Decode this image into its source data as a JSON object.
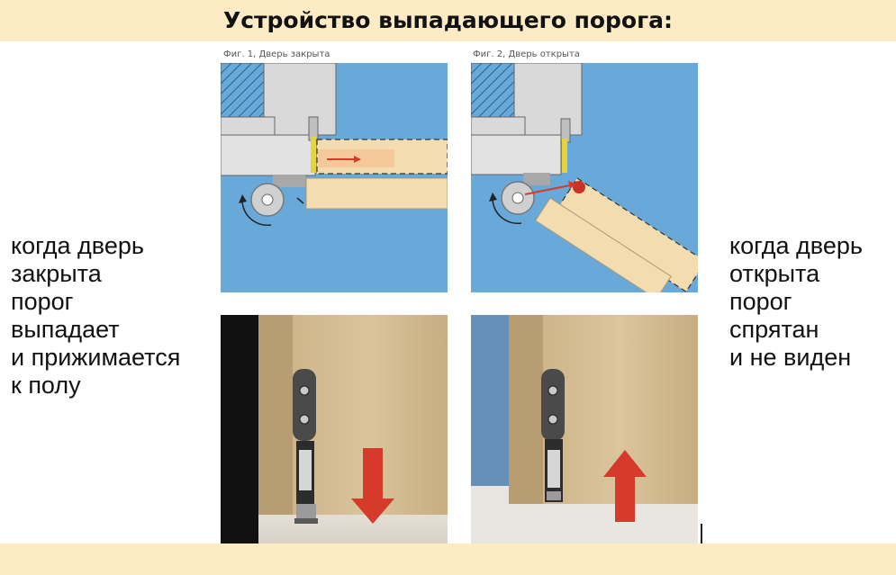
{
  "header": {
    "title": "Устройство выпадающего порога:"
  },
  "figures": {
    "closed_caption": "Фиг. 1, Дверь закрыта",
    "open_caption": "Фиг. 2, Дверь открыта"
  },
  "left_note": {
    "lines": [
      "когда дверь",
      "закрыта",
      "порог",
      "выпадает",
      "и прижимается",
      "к полу"
    ]
  },
  "right_note": {
    "lines": [
      "когда дверь",
      "открыта",
      "порог",
      "спрятан",
      "и не виден"
    ]
  },
  "colors": {
    "header_bg": "#fcebc4",
    "blue_bg": "#68a9d9",
    "wood": "#f2dcb0",
    "arrow_red": "#d63a2a"
  }
}
